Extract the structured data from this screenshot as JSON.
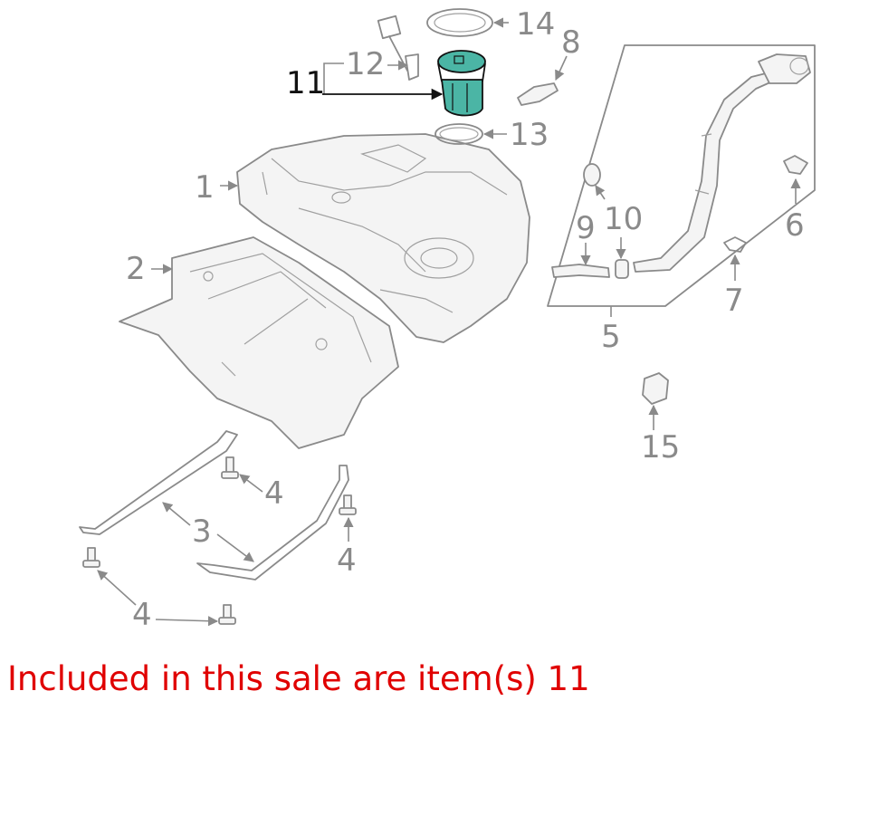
{
  "diagram": {
    "callouts": {
      "c1": "1",
      "c2": "2",
      "c3": "3",
      "c4a": "4",
      "c4b": "4",
      "c4c": "4",
      "c5": "5",
      "c6": "6",
      "c7": "7",
      "c8": "8",
      "c9": "9",
      "c10": "10",
      "c11": "11",
      "c12": "12",
      "c13": "13",
      "c14": "14",
      "c15": "15"
    },
    "highlighted_item": "11",
    "highlight_color": "#4bb5a5",
    "line_color": "#8a8a8a"
  },
  "sale_note": {
    "text": "Included in this sale are item(s) 11",
    "color": "#e00000"
  }
}
